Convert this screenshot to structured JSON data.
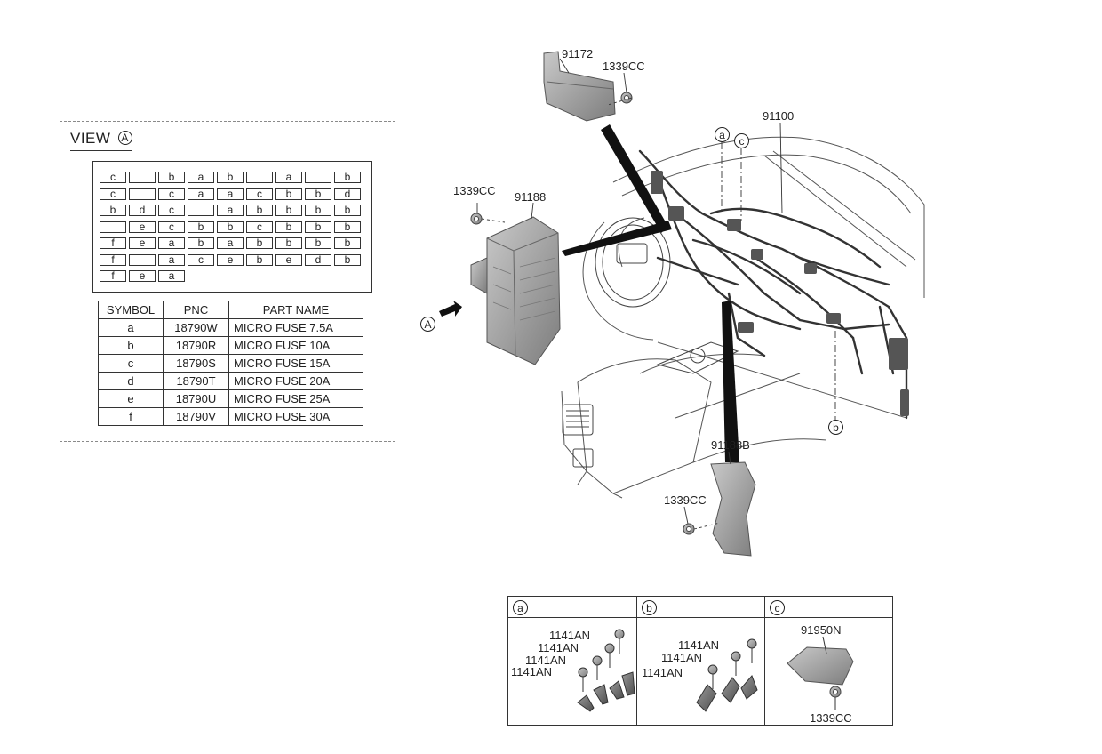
{
  "view": {
    "title": "VIEW",
    "marker": "A",
    "fuse_grid": [
      [
        "c",
        "",
        "b",
        "a",
        "b",
        "",
        "a",
        "",
        "b"
      ],
      [
        "c",
        "",
        "c",
        "a",
        "a",
        "c",
        "b",
        "b",
        "d"
      ],
      [
        "b",
        "d",
        "c",
        "",
        "a",
        "b",
        "b",
        "b",
        "b"
      ],
      [
        "",
        "e",
        "c",
        "b",
        "b",
        "c",
        "b",
        "b",
        "b"
      ],
      [
        "f",
        "e",
        "a",
        "b",
        "a",
        "b",
        "b",
        "b",
        "b"
      ],
      [
        "f",
        "",
        "a",
        "c",
        "e",
        "b",
        "e",
        "d",
        "b"
      ],
      [
        "f",
        "e",
        "a"
      ]
    ],
    "legend": {
      "headers": [
        "SYMBOL",
        "PNC",
        "PART NAME"
      ],
      "rows": [
        [
          "a",
          "18790W",
          "MICRO FUSE 7.5A"
        ],
        [
          "b",
          "18790R",
          "MICRO FUSE 10A"
        ],
        [
          "c",
          "18790S",
          "MICRO FUSE 15A"
        ],
        [
          "d",
          "18790T",
          "MICRO FUSE 20A"
        ],
        [
          "e",
          "18790U",
          "MICRO FUSE 25A"
        ],
        [
          "f",
          "18790V",
          "MICRO FUSE 30A"
        ]
      ]
    }
  },
  "callouts": {
    "module_top": "91172",
    "nut_top": "1339CC",
    "harness": "91100",
    "junction_box": "91188",
    "nut_junction": "1339CC",
    "bracket_lower": "91188B",
    "nut_lower": "1339CC",
    "view_arrow": "A",
    "harness_a": "a",
    "harness_c": "c",
    "harness_b": "b"
  },
  "details": {
    "a": {
      "letter": "a",
      "labels": [
        "1141AN",
        "1141AN",
        "1141AN",
        "1141AN"
      ]
    },
    "b": {
      "letter": "b",
      "labels": [
        "1141AN",
        "1141AN",
        "1141AN"
      ]
    },
    "c": {
      "letter": "c",
      "labels": [
        "91950N",
        "1339CC"
      ]
    }
  }
}
